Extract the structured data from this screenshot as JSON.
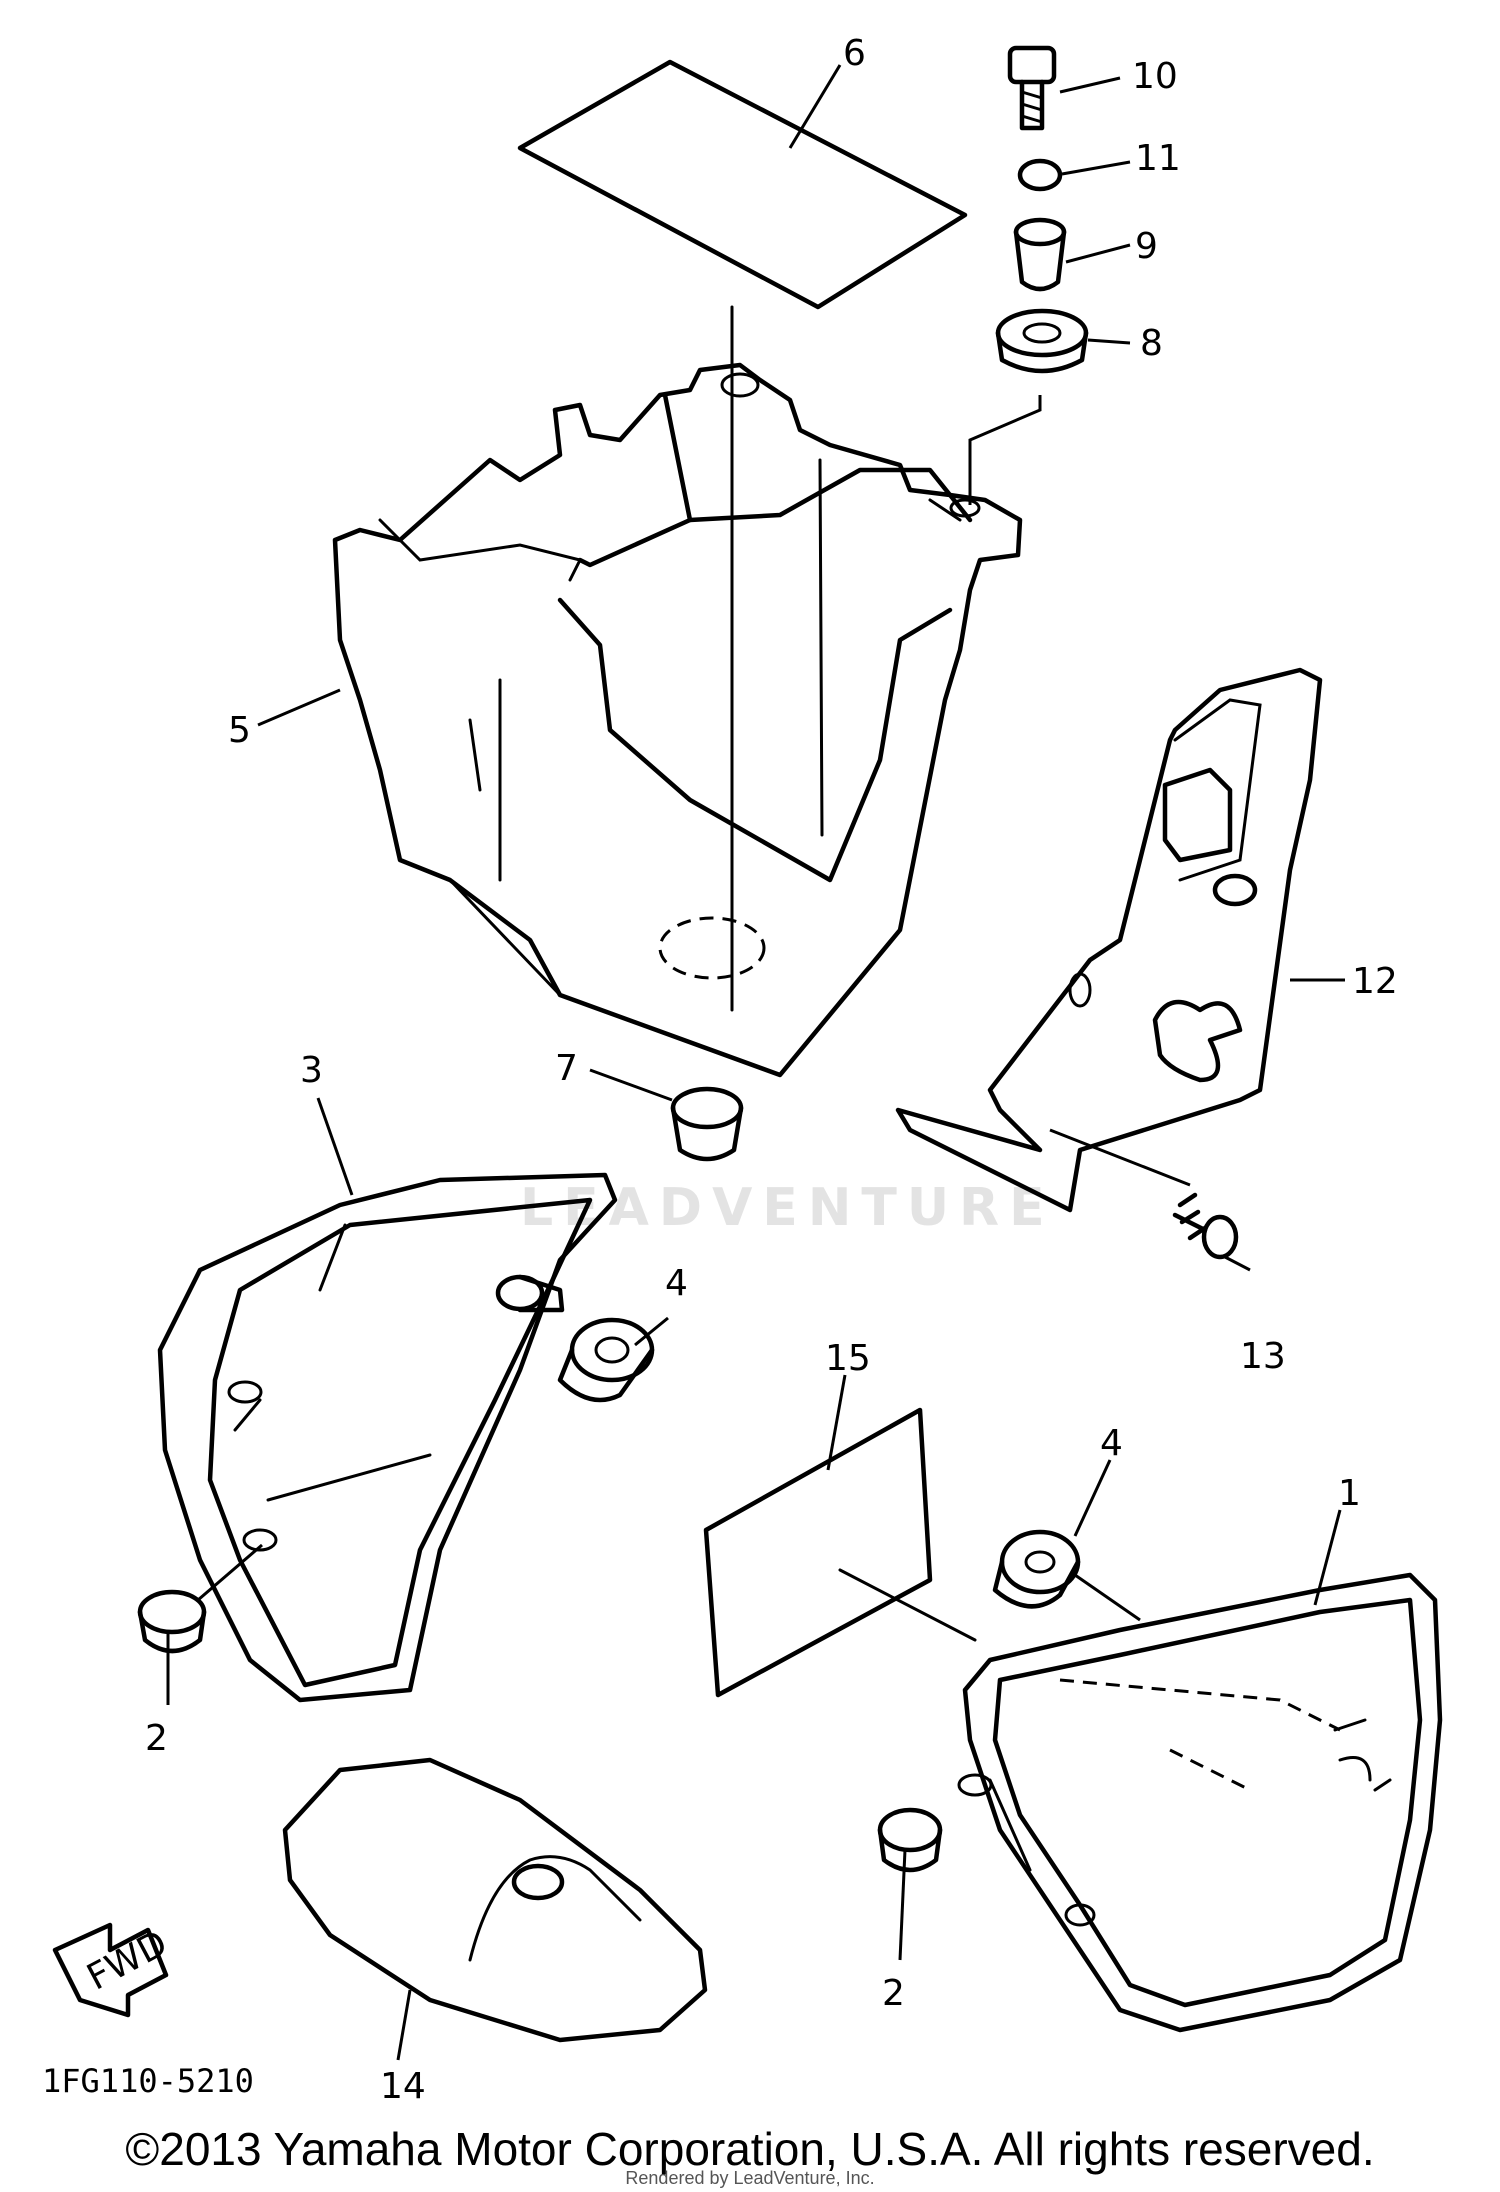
{
  "diagram": {
    "callouts": [
      {
        "id": "c1",
        "label": "1"
      },
      {
        "id": "c2a",
        "label": "2"
      },
      {
        "id": "c2b",
        "label": "2"
      },
      {
        "id": "c3",
        "label": "3"
      },
      {
        "id": "c4a",
        "label": "4"
      },
      {
        "id": "c4b",
        "label": "4"
      },
      {
        "id": "c5",
        "label": "5"
      },
      {
        "id": "c6",
        "label": "6"
      },
      {
        "id": "c7",
        "label": "7"
      },
      {
        "id": "c8",
        "label": "8"
      },
      {
        "id": "c9",
        "label": "9"
      },
      {
        "id": "c10",
        "label": "10"
      },
      {
        "id": "c11",
        "label": "11"
      },
      {
        "id": "c12",
        "label": "12"
      },
      {
        "id": "c13",
        "label": "13"
      },
      {
        "id": "c14",
        "label": "14"
      },
      {
        "id": "c15",
        "label": "15"
      }
    ],
    "drawing_code": "1FG110-5210",
    "fwd_arrow_label": "FWD",
    "watermark": "LEADVENTURE"
  },
  "footer": {
    "copyright": "©2013 Yamaha Motor Corporation, U.S.A. All rights reserved.",
    "rendered_by": "Rendered by LeadVenture, Inc."
  }
}
